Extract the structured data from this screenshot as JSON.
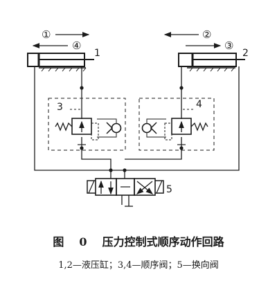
{
  "labels": {
    "cyl1": "1",
    "cyl2": "2",
    "valve3": "3",
    "valve4": "4",
    "valve5": "5",
    "step1": "①",
    "step4": "④",
    "step2": "②",
    "step3": "③"
  },
  "caption": {
    "prefix": "图",
    "number": "0",
    "title": "压力控制式顺序动作回路"
  },
  "legend": "1,2—液压缸；3,4—顺序阀；5—换向阀"
}
